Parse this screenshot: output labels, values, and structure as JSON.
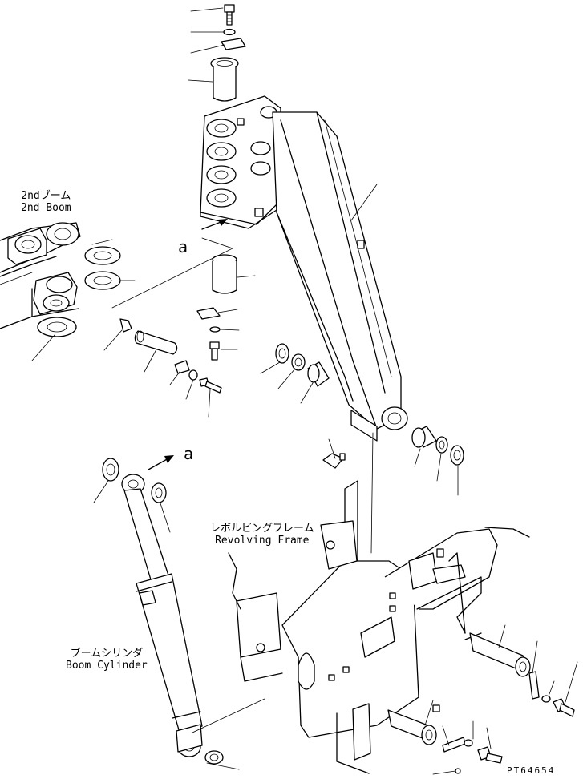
{
  "labels": {
    "second_boom": {
      "jp": "2ndブーム",
      "en": "2nd Boom"
    },
    "revolving_frame": {
      "jp": "レボルビングフレーム",
      "en": "Revolving Frame"
    },
    "boom_cylinder": {
      "jp": "ブームシリンダ",
      "en": "Boom Cylinder"
    }
  },
  "view_marks": {
    "upper": "a",
    "lower": "a"
  },
  "drawing_code": "PT64654"
}
